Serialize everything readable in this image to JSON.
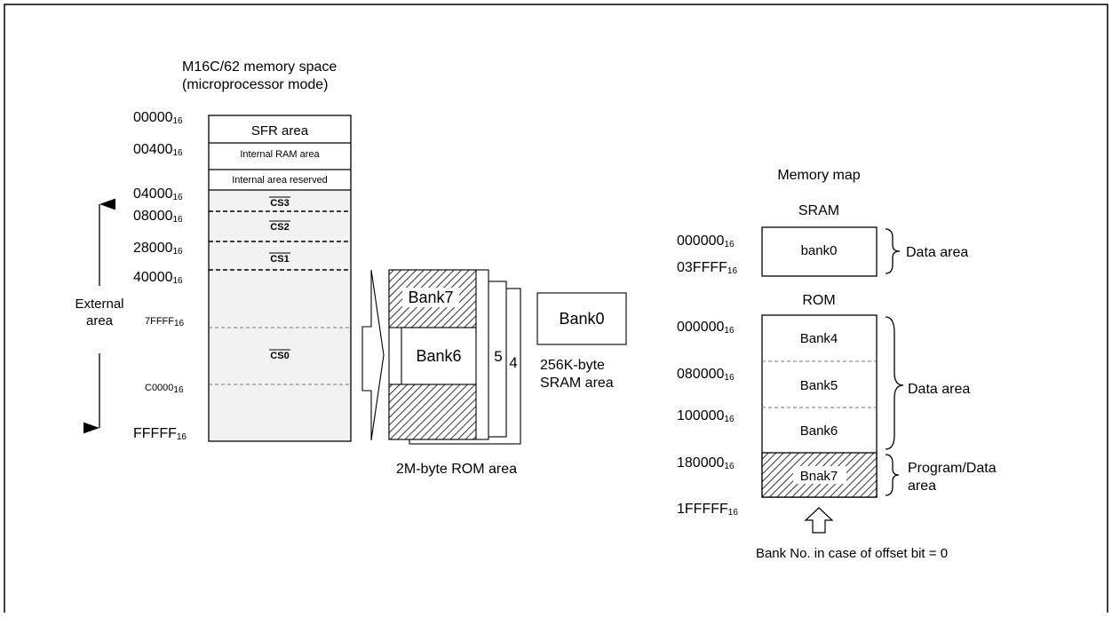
{
  "left_map": {
    "title_line1": "M16C/62 memory space",
    "title_line2": "(microprocessor mode)",
    "addresses": [
      {
        "base": "00000",
        "sub": "16"
      },
      {
        "base": "00400",
        "sub": "16"
      },
      {
        "base": "04000",
        "sub": "16"
      },
      {
        "base": "08000",
        "sub": "16"
      },
      {
        "base": "28000",
        "sub": "16"
      },
      {
        "base": "40000",
        "sub": "16"
      },
      {
        "base": "7FFFF",
        "sub": "16"
      },
      {
        "base": "C0000",
        "sub": "16"
      },
      {
        "base": "FFFFF",
        "sub": "16"
      }
    ],
    "sfr_area": "SFR area",
    "internal_ram": "Internal RAM area",
    "internal_reserved": "Internal area reserved",
    "cs3": "CS3",
    "cs2": "CS2",
    "cs1": "CS1",
    "cs0": "CS0",
    "external_line1": "External",
    "external_line2": "area"
  },
  "rom_stack": {
    "bank7": "Bank7",
    "bank6": "Bank6",
    "bank5": "5",
    "bank4": "4",
    "caption": "2M-byte ROM area"
  },
  "sram_block": {
    "bank0": "Bank0",
    "caption_line1": "256K-byte",
    "caption_line2": "SRAM area"
  },
  "right_map": {
    "title": "Memory map",
    "sram_title": "SRAM",
    "sram_start": {
      "base": "000000",
      "sub": "16"
    },
    "sram_end": {
      "base": "03FFFF",
      "sub": "16"
    },
    "sram_bank": "bank0",
    "sram_brace_label": "Data area",
    "rom_title": "ROM",
    "rom_addresses": [
      {
        "base": "000000",
        "sub": "16"
      },
      {
        "base": "080000",
        "sub": "16"
      },
      {
        "base": "100000",
        "sub": "16"
      },
      {
        "base": "180000",
        "sub": "16"
      },
      {
        "base": "1FFFFF",
        "sub": "16"
      }
    ],
    "rom_banks": [
      "Bank4",
      "Bank5",
      "Bank6",
      "Bnak7"
    ],
    "rom_data_label": "Data area",
    "rom_program_label_line1": "Program/Data",
    "rom_program_label_line2": "area",
    "footnote": "Bank No. in case of offset bit = 0"
  }
}
